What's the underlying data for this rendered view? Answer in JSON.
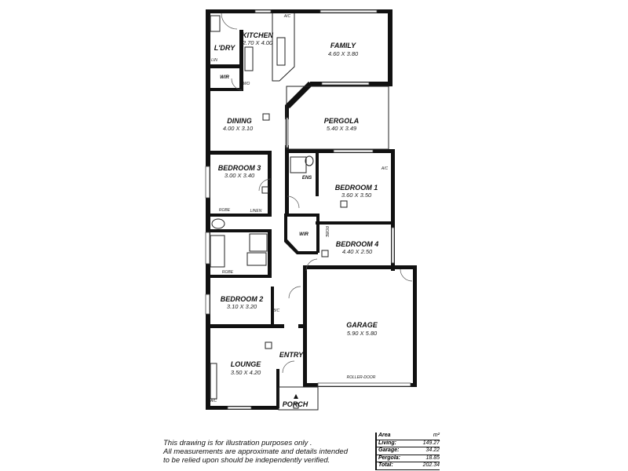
{
  "rooms": {
    "kitchen": {
      "name": "KITCHEN",
      "dims": "2.70 X 4.00"
    },
    "laundry": {
      "name": "L'DRY"
    },
    "linen_small": {
      "name": "LIN"
    },
    "wir_master": {
      "name": "WIR"
    },
    "wo": {
      "name": "WO"
    },
    "family": {
      "name": "FAMILY",
      "dims": "4.60 X 3.80"
    },
    "dining": {
      "name": "DINING",
      "dims": "4.00 X 3.10"
    },
    "pergola": {
      "name": "PERGOLA",
      "dims": "5.40 X 3.49"
    },
    "bedroom3": {
      "name": "BEDROOM 3",
      "dims": "3.00 X 3.40"
    },
    "ensuite": {
      "name": "ENS"
    },
    "bedroom1": {
      "name": "BEDROOM 1",
      "dims": "3.60 X 3.50"
    },
    "robe1": {
      "name": "ROBE"
    },
    "linen": {
      "name": "LINEN"
    },
    "wir2": {
      "name": "WIR"
    },
    "robe_b4": {
      "name": "ROBE"
    },
    "bedroom4": {
      "name": "BEDROOM 4",
      "dims": "4.40 X 2.50"
    },
    "robe2": {
      "name": "ROBE"
    },
    "bedroom2": {
      "name": "BEDROOM 2",
      "dims": "3.10 X 3.20"
    },
    "bic": {
      "name": "B/C"
    },
    "garage": {
      "name": "GARAGE",
      "dims": "5.90 X 5.80"
    },
    "entry": {
      "name": "ENTRY"
    },
    "lounge": {
      "name": "LOUNGE",
      "dims": "3.50 X 4.20"
    },
    "porch": {
      "name": "PORCH"
    }
  },
  "annotations": {
    "ac": "A/C",
    "roller_door": "ROLLER-DOOR"
  },
  "disclaimer": [
    "This drawing is for illustration purposes only .",
    "All measurements are approximate and details intended",
    "to be relied upon should be independently verified."
  ],
  "area_table": {
    "header": {
      "label": "Area",
      "unit": "m²"
    },
    "rows": [
      {
        "label": "Living:",
        "value": "149.27"
      },
      {
        "label": "Garage:",
        "value": "34.22"
      },
      {
        "label": "Pergola:",
        "value": "18.85"
      },
      {
        "label": "Total:",
        "value": "202.34"
      }
    ]
  }
}
